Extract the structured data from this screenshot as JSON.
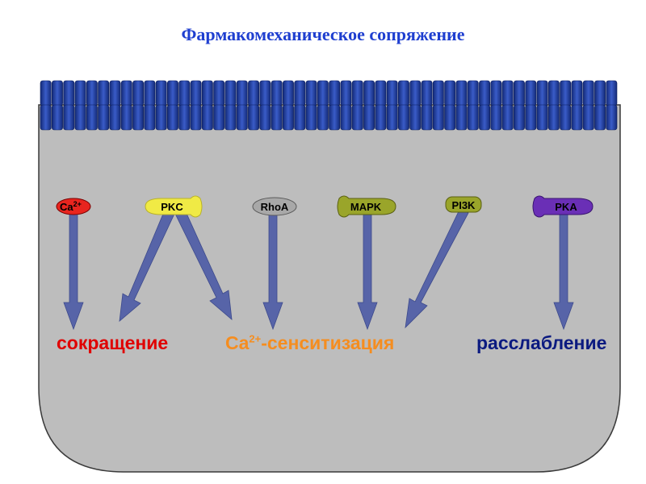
{
  "title": "Фармакомеханическое сопряжение",
  "colors": {
    "title": "#1f3fd0",
    "cell": "#bdbdbd",
    "membrane": "#1e3a8a",
    "arrow": "#5764a8",
    "contraction": "#e00000",
    "sensitization": "#f58d1f",
    "relaxation": "#0b1a80"
  },
  "molecules": [
    {
      "id": "ca",
      "label": "Ca",
      "sup": "2+",
      "color": "#e8251f",
      "shape": "ellipse"
    },
    {
      "id": "pkc",
      "label": "PKC",
      "color": "#f0ea45",
      "shape": "notched-right"
    },
    {
      "id": "rhoa",
      "label": "RhoA",
      "color": "#a8a8a8",
      "shape": "ellipse"
    },
    {
      "id": "mapk",
      "label": "MAPK",
      "color": "#9aa52a",
      "shape": "notched-left"
    },
    {
      "id": "pi3k",
      "label": "PI3K",
      "color": "#9aa52a",
      "shape": "rounded"
    },
    {
      "id": "pka",
      "label": "PKA",
      "color": "#6a2fb6",
      "shape": "notched-left"
    }
  ],
  "outcomes": {
    "contraction": "сокращение",
    "sensitization_base": "Ca",
    "sensitization_sup": "2+",
    "sensitization_rest": "-сенситизация",
    "relaxation": "расслабление"
  }
}
